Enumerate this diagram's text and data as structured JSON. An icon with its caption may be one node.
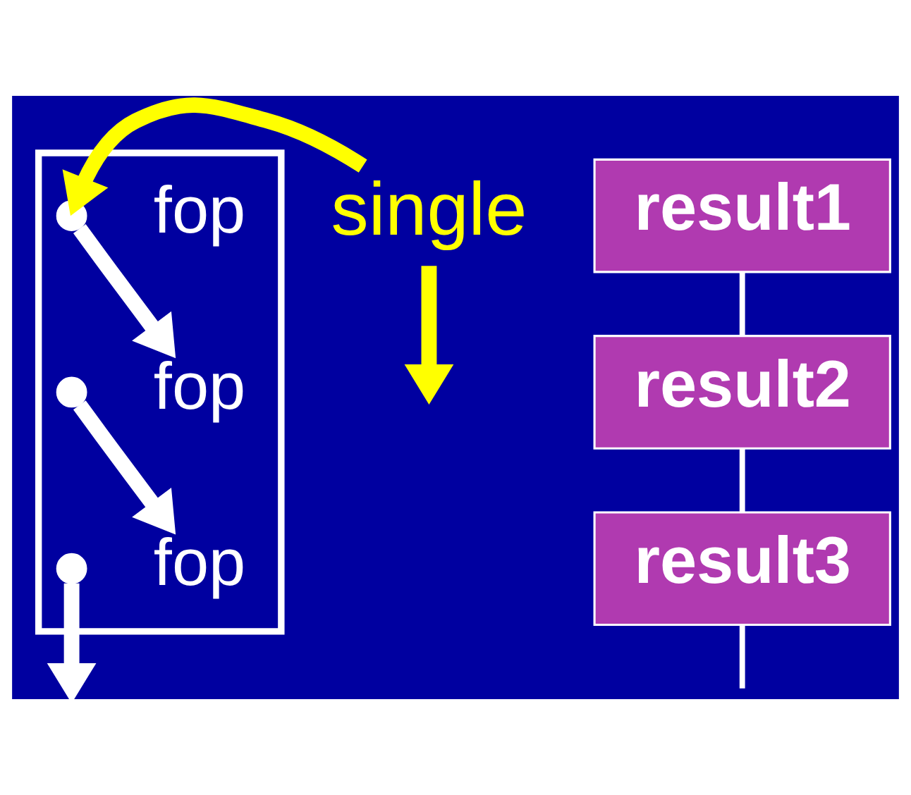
{
  "diagram": {
    "nodes": [
      {
        "text": [],
        "shape": "box"
      },
      {
        "text": [
          "fop"
        ],
        "in": 0
      },
      {
        "text": [],
        "shape": "circle",
        "in": 0
      },
      {
        "text": [
          "single"
        ]
      },
      {
        "text": [
          "result1"
        ]
      },
      {
        "text": [
          "fop"
        ],
        "in": 0
      },
      {
        "text": [],
        "shape": "circle",
        "in": 0
      },
      {
        "text": [
          "result2"
        ]
      },
      {
        "text": [
          "fop"
        ],
        "in": 0
      },
      {
        "text": [],
        "shape": "circle",
        "in": 0
      },
      {
        "text": [
          "result3"
        ]
      }
    ],
    "edges": [
      {
        "from": 3,
        "to": 2,
        "arrow": "to",
        "color": "#ffff00"
      },
      {
        "from": 3,
        "to": null,
        "arrow": "to",
        "color": "#ffff00"
      },
      {
        "from": 2,
        "to": 5,
        "arrow": "to"
      },
      {
        "from": 6,
        "to": 8,
        "arrow": "to"
      },
      {
        "from": 9,
        "to": null,
        "arrow": "to"
      },
      {
        "from": 4,
        "to": 7,
        "arrow": "none"
      },
      {
        "from": 7,
        "to": 10,
        "arrow": "none"
      },
      {
        "from": 10,
        "to": null,
        "arrow": "none"
      }
    ]
  }
}
